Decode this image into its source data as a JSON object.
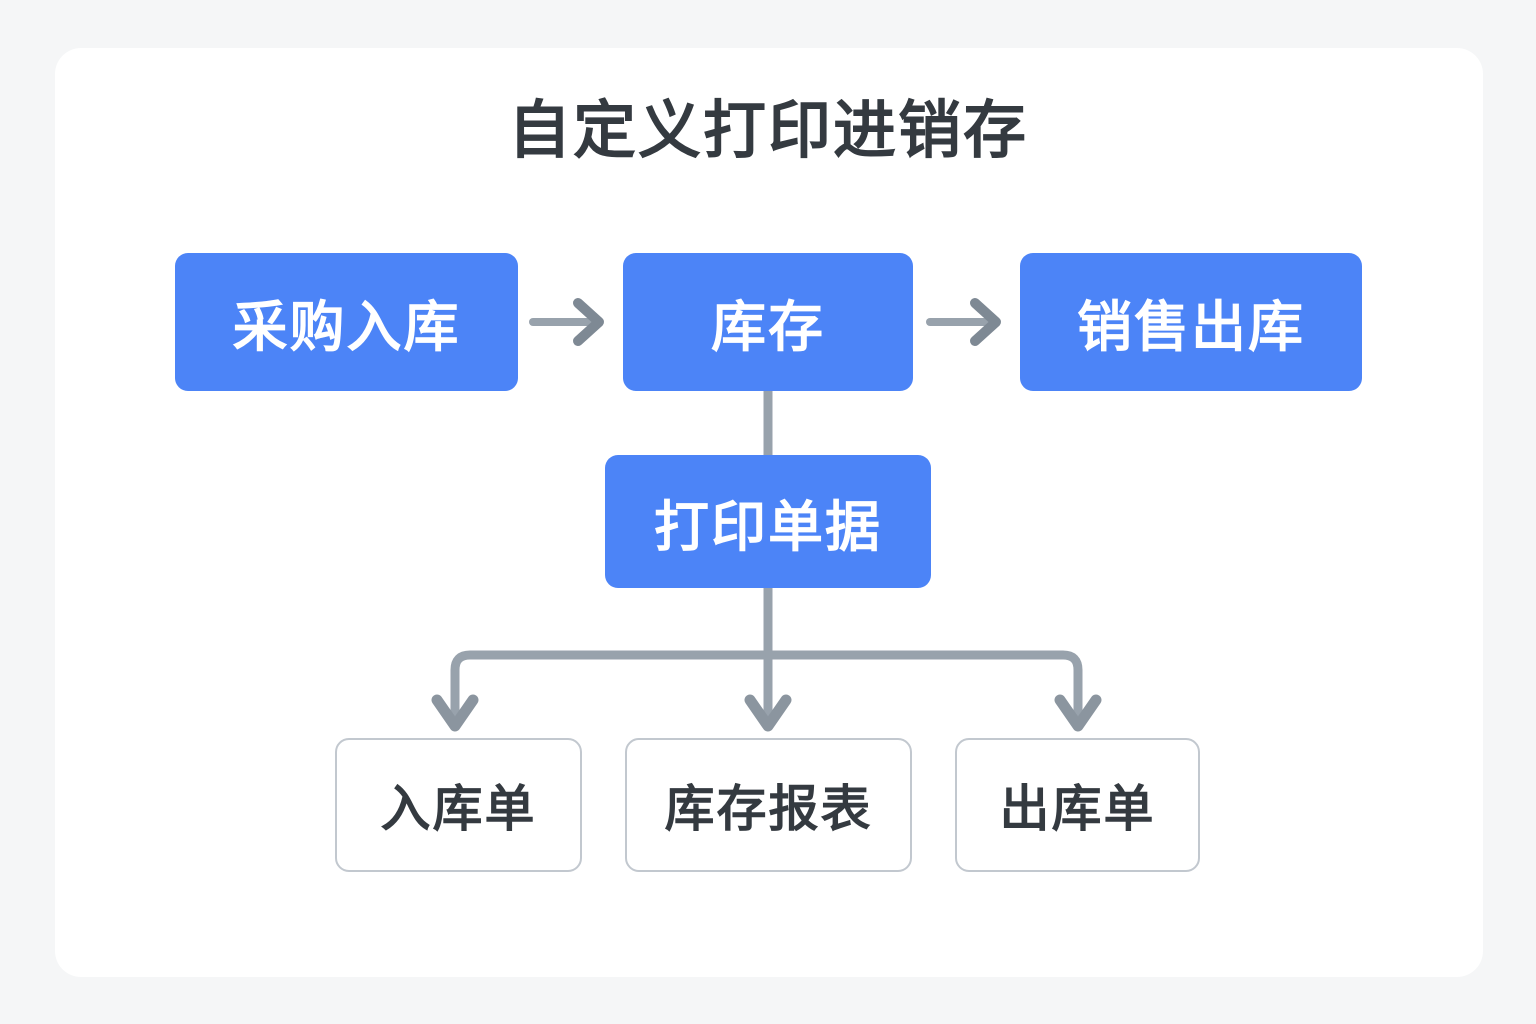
{
  "canvas": {
    "background_color": "#f5f6f7",
    "card_color": "#ffffff"
  },
  "title": "自定义打印进销存",
  "theme": {
    "primary_color": "#4c84f7",
    "primary_text_color": "#ffffff",
    "outline_border_color": "#c2c8cf",
    "outline_text_color": "#343a40",
    "connector_color": "#98a2ac",
    "title_color": "#343a40"
  },
  "chart_data": {
    "type": "diagram",
    "title": "自定义打印进销存",
    "nodes": [
      {
        "id": "purchase-in",
        "label": "采购入库",
        "style": "primary",
        "row": "top",
        "column": 1
      },
      {
        "id": "inventory",
        "label": "库存",
        "style": "primary",
        "row": "top",
        "column": 2
      },
      {
        "id": "sales-out",
        "label": "销售出库",
        "style": "primary",
        "row": "top",
        "column": 3
      },
      {
        "id": "print-doc",
        "label": "打印单据",
        "style": "primary",
        "row": "middle",
        "column": 2
      },
      {
        "id": "inbound-order",
        "label": "入库单",
        "style": "outline",
        "row": "bottom",
        "column": 1
      },
      {
        "id": "stock-report",
        "label": "库存报表",
        "style": "outline",
        "row": "bottom",
        "column": 2
      },
      {
        "id": "outbound-order",
        "label": "出库单",
        "style": "outline",
        "row": "bottom",
        "column": 3
      }
    ],
    "edges": [
      {
        "from": "purchase-in",
        "to": "inventory",
        "direction": "right",
        "arrow": true
      },
      {
        "from": "inventory",
        "to": "sales-out",
        "direction": "right",
        "arrow": true
      },
      {
        "from": "inventory",
        "to": "print-doc",
        "direction": "down",
        "arrow": false
      },
      {
        "from": "print-doc",
        "to": "inbound-order",
        "direction": "down",
        "arrow": true
      },
      {
        "from": "print-doc",
        "to": "stock-report",
        "direction": "down",
        "arrow": true
      },
      {
        "from": "print-doc",
        "to": "outbound-order",
        "direction": "down",
        "arrow": true
      }
    ]
  },
  "nodes": {
    "purchase_in": "采购入库",
    "inventory": "库存",
    "sales_out": "销售出库",
    "print_doc": "打印单据",
    "inbound_order": "入库单",
    "stock_report": "库存报表",
    "outbound_order": "出库单"
  }
}
